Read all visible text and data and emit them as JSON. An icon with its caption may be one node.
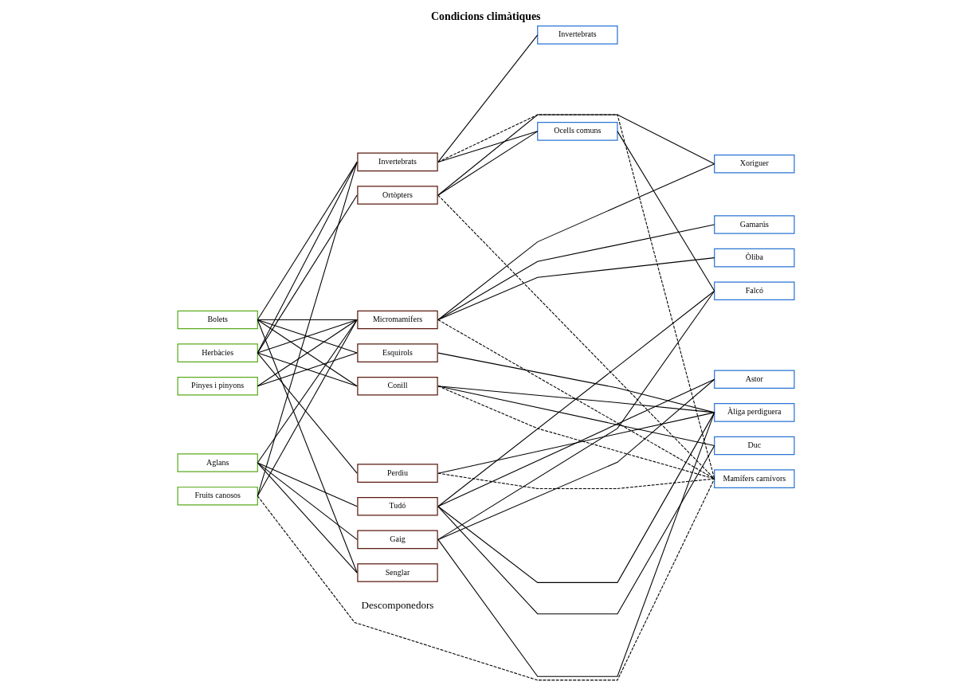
{
  "diagram": {
    "title": "Condicions climàtiques",
    "nodes": [
      {
        "text": [
          "Bolets"
        ]
      },
      {
        "text": [
          "Herbàcies"
        ]
      },
      {
        "text": [
          "Pinyes i pinyons"
        ]
      },
      {
        "text": [
          "Aglans"
        ]
      },
      {
        "text": [
          "Fruits canosos"
        ]
      },
      {
        "text": [
          "Invertebrats"
        ]
      },
      {
        "text": [
          "Ortòpters"
        ]
      },
      {
        "text": [
          "Micromamífers"
        ]
      },
      {
        "text": [
          "Esquirols"
        ]
      },
      {
        "text": [
          "Conill"
        ]
      },
      {
        "text": [
          "Perdiu"
        ]
      },
      {
        "text": [
          "Tudó"
        ]
      },
      {
        "text": [
          "Gaig"
        ]
      },
      {
        "text": [
          "Senglar"
        ]
      },
      {
        "text": [
          "Invertebrats"
        ]
      },
      {
        "text": [
          "Ocells comuns"
        ]
      },
      {
        "text": [
          "Xoriguer"
        ]
      },
      {
        "text": [
          "Gamarús"
        ]
      },
      {
        "text": [
          "Òliba"
        ]
      },
      {
        "text": [
          "Falcó"
        ]
      },
      {
        "text": [
          "Astor"
        ]
      },
      {
        "text": [
          "Àliga perdiguera"
        ]
      },
      {
        "text": [
          "Duc"
        ]
      },
      {
        "text": [
          "Mamífers carnívors"
        ]
      }
    ],
    "edges": [
      {
        "from": 0,
        "to": 5,
        "arrow": "none"
      },
      {
        "from": 0,
        "to": 7,
        "arrow": "none"
      },
      {
        "from": 0,
        "to": 8,
        "arrow": "none"
      },
      {
        "from": 0,
        "to": 9,
        "arrow": "none"
      },
      {
        "from": 0,
        "to": 13,
        "arrow": "none"
      },
      {
        "from": 1,
        "to": 5,
        "arrow": "none"
      },
      {
        "from": 1,
        "to": 6,
        "arrow": "none"
      },
      {
        "from": 1,
        "to": 7,
        "arrow": "none"
      },
      {
        "from": 1,
        "to": 9,
        "arrow": "none"
      },
      {
        "from": 1,
        "to": 10,
        "arrow": "none"
      },
      {
        "from": 2,
        "to": 7,
        "arrow": "none"
      },
      {
        "from": 2,
        "to": 8,
        "arrow": "none"
      },
      {
        "from": 3,
        "to": 7,
        "arrow": "none"
      },
      {
        "from": 3,
        "to": 11,
        "arrow": "none"
      },
      {
        "from": 3,
        "to": 12,
        "arrow": "none"
      },
      {
        "from": 3,
        "to": 13,
        "arrow": "none"
      },
      {
        "from": 4,
        "to": 5,
        "arrow": "none"
      },
      {
        "from": 4,
        "to": 7,
        "arrow": "none"
      },
      {
        "from": 4,
        "to": 23,
        "arrow": "none",
        "style": "dashed"
      },
      {
        "from": 5,
        "to": 14,
        "arrow": "none"
      },
      {
        "from": 5,
        "to": 15,
        "arrow": "none"
      },
      {
        "from": 6,
        "to": 15,
        "arrow": "none"
      },
      {
        "from": 6,
        "to": 16,
        "arrow": "none"
      },
      {
        "from": 7,
        "to": 16,
        "arrow": "none"
      },
      {
        "from": 7,
        "to": 17,
        "arrow": "none"
      },
      {
        "from": 7,
        "to": 18,
        "arrow": "none"
      },
      {
        "from": 15,
        "to": 19,
        "arrow": "none"
      },
      {
        "from": 8,
        "to": 21,
        "arrow": "none"
      },
      {
        "from": 9,
        "to": 21,
        "arrow": "none"
      },
      {
        "from": 9,
        "to": 22,
        "arrow": "none"
      },
      {
        "from": 10,
        "to": 21,
        "arrow": "none"
      },
      {
        "from": 11,
        "to": 19,
        "arrow": "none"
      },
      {
        "from": 11,
        "to": 20,
        "arrow": "none"
      },
      {
        "from": 11,
        "to": 21,
        "arrow": "none"
      },
      {
        "from": 11,
        "to": 22,
        "arrow": "none"
      },
      {
        "from": 12,
        "to": 19,
        "arrow": "none"
      },
      {
        "from": 12,
        "to": 20,
        "arrow": "none"
      },
      {
        "from": 12,
        "to": 21,
        "arrow": "none"
      },
      {
        "from": 5,
        "to": 23,
        "arrow": "none",
        "style": "dashed"
      },
      {
        "from": 6,
        "to": 23,
        "arrow": "none",
        "style": "dashed"
      },
      {
        "from": 7,
        "to": 23,
        "arrow": "none",
        "style": "dashed"
      },
      {
        "from": 9,
        "to": 23,
        "arrow": "none",
        "style": "dashed"
      },
      {
        "from": 10,
        "to": 23,
        "arrow": "none",
        "style": "dashed"
      }
    ],
    "labels": [
      "Descomponedors"
    ]
  }
}
